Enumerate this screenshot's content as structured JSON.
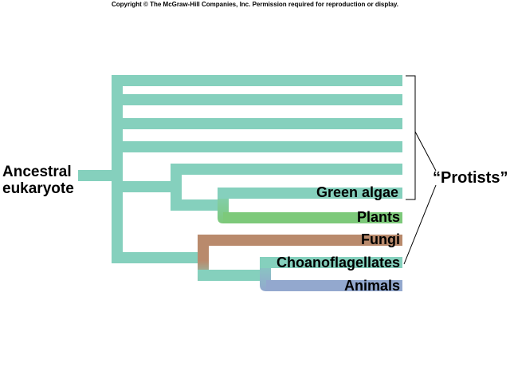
{
  "copyright": "Copyright © The McGraw-Hill Companies, Inc. Permission required for reproduction or display.",
  "root": {
    "line1": "Ancestral",
    "line2": "eukaryote"
  },
  "group_label": "“Protists”",
  "tips": {
    "green_algae": "Green algae",
    "plants": "Plants",
    "fungi": "Fungi",
    "choanoflagellates": "Choanoflagellates",
    "animals": "Animals"
  },
  "colors": {
    "protist_branch": "#85d0bd",
    "plants_branch": "#7dc97a",
    "fungi_branch": "#b98a6c",
    "animals_branch": "#93a8ce",
    "bracket": "#000000",
    "text": "#000000"
  }
}
